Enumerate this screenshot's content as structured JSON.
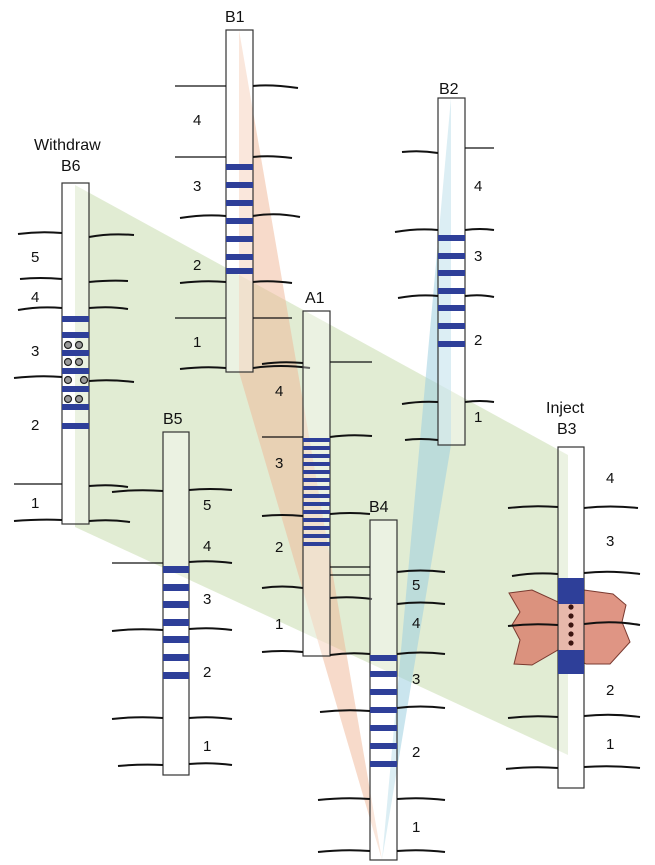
{
  "colors": {
    "band": "#2e3f99",
    "green_fill": "#c9dcae",
    "orange_fill": "#f0b696",
    "blue_fill": "#9fcfe0",
    "injection": "#d9826e",
    "ink": "#111111"
  },
  "cores": {
    "B1": {
      "title": "B1",
      "layers": [
        "4",
        "3",
        "2",
        "1"
      ]
    },
    "B2": {
      "title": "B2",
      "layers": [
        "4",
        "3",
        "2",
        "1"
      ]
    },
    "B6": {
      "caption": "Withdraw",
      "title": "B6",
      "layers": [
        "5",
        "4",
        "3",
        "2",
        "1"
      ]
    },
    "A1": {
      "title": "A1",
      "layers": [
        "4",
        "3",
        "2",
        "1"
      ]
    },
    "B5": {
      "title": "B5",
      "layers": [
        "5",
        "4",
        "3",
        "2",
        "1"
      ]
    },
    "B4": {
      "title": "B4",
      "layers": [
        "5",
        "4",
        "3",
        "2",
        "1"
      ]
    },
    "B3": {
      "caption": "Inject",
      "title": "B3",
      "layers": [
        "4",
        "3",
        "2",
        "1"
      ]
    }
  }
}
